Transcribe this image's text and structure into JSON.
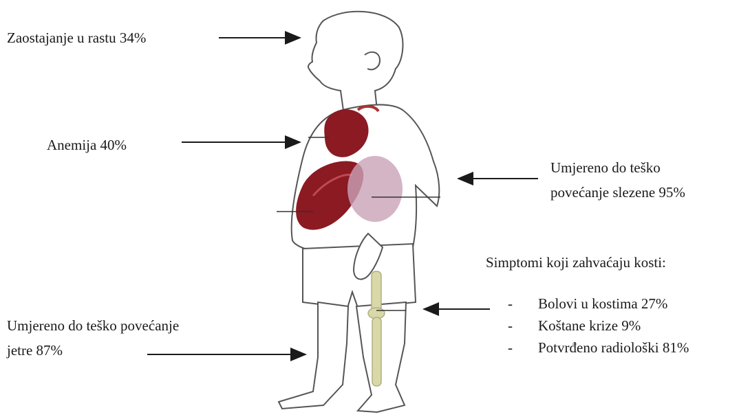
{
  "labels": {
    "growth": "Zaostajanje u rastu 34%",
    "anemia": "Anemija 40%",
    "spleen_line1": "Umjereno do teško",
    "spleen_line2": "povećanje slezene 95%",
    "bones_title": "Simptomi koji zahvaćaju kosti:",
    "liver_line1": "Umjereno do teško povećanje",
    "liver_line2": "jetre 87%"
  },
  "bone_symptoms": [
    {
      "bullet": "-",
      "text": "Bolovi u kostima 27%"
    },
    {
      "bullet": "-",
      "text": "Koštane krize 9%"
    },
    {
      "bullet": "-",
      "text": "Potvrđeno radiološki 81%"
    }
  ],
  "colors": {
    "text": "#1a1a1a",
    "outline": "#555555",
    "organ_red": "#8b1a22",
    "spleen_purple": "#c9a3b8",
    "bone": "#d8d8a8"
  }
}
